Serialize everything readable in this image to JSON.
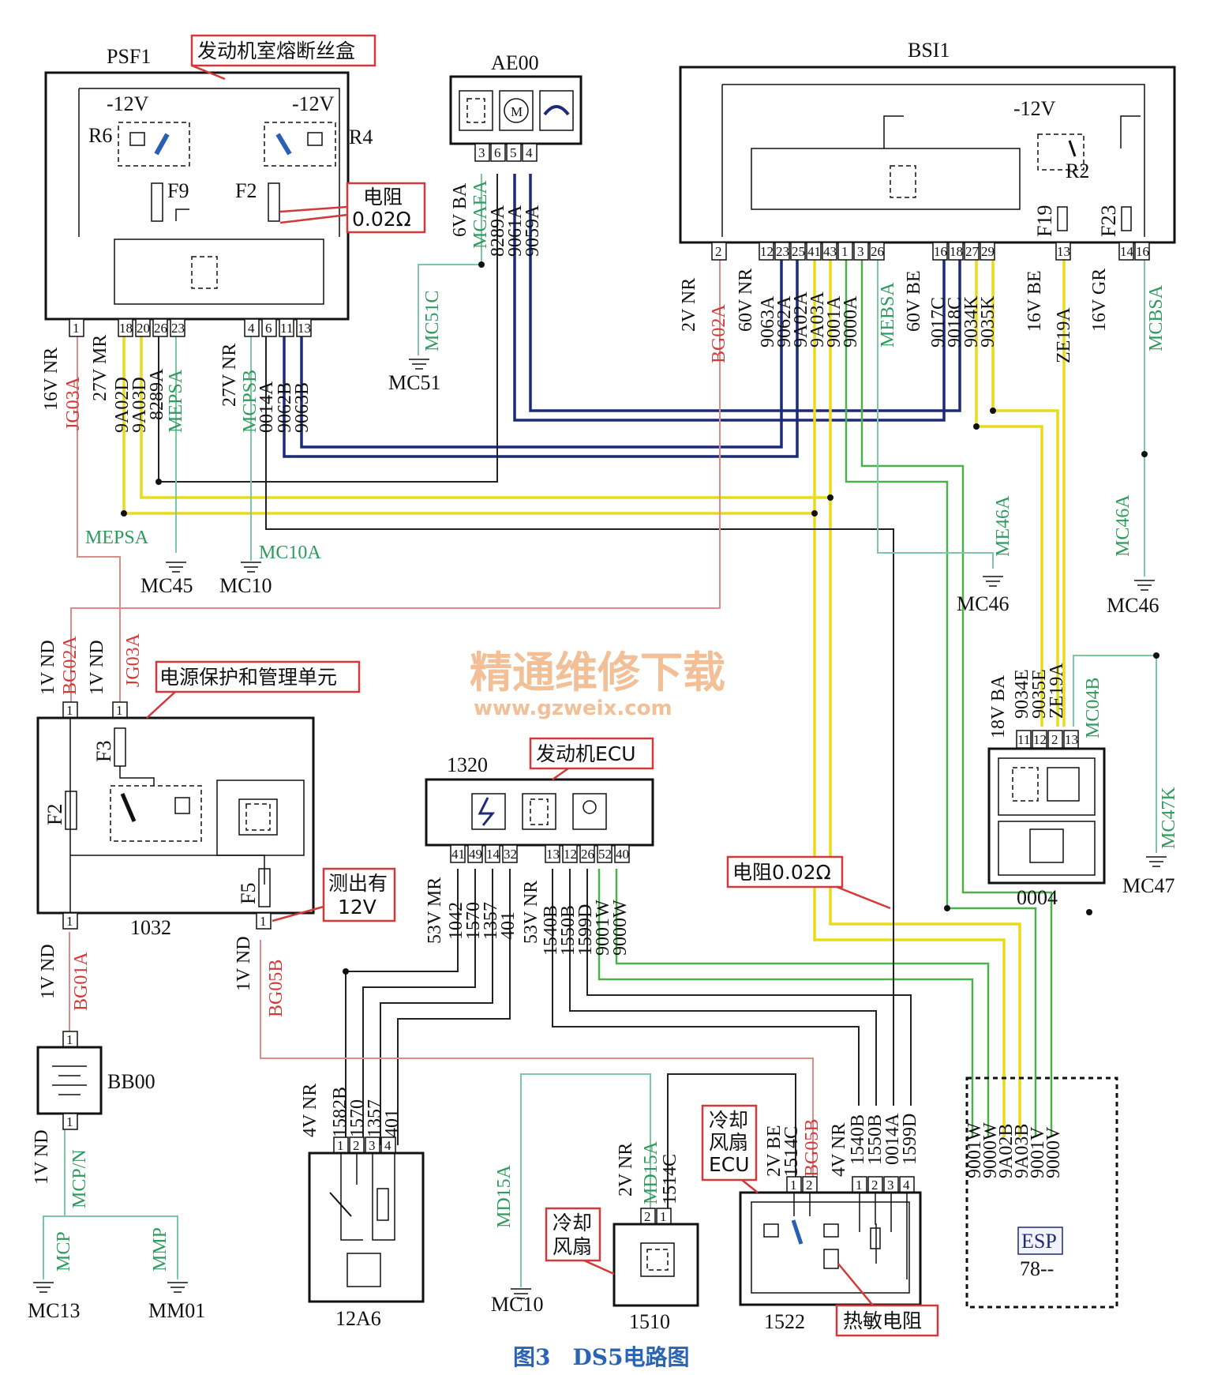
{
  "components": {
    "psf1": {
      "id": "PSF1",
      "callout": "发动机室熔断丝盒",
      "relay_left": "R6",
      "relay_right": "R4",
      "volt_left": "-12V",
      "volt_right": "-12V",
      "fuse_left": "F9",
      "fuse_right": "F2",
      "pins": [
        "1",
        "18",
        "20",
        "26",
        "23",
        "4",
        "6",
        "11",
        "13"
      ]
    },
    "ae00": {
      "id": "AE00",
      "pins": [
        "3",
        "6",
        "5",
        "4"
      ]
    },
    "bsi1": {
      "id": "BSI1",
      "volt": "-12V",
      "relay": "R2",
      "fuse_a": "F19",
      "fuse_b": "F23",
      "pins": [
        "2",
        "12",
        "23",
        "25",
        "41",
        "43",
        "1",
        "3",
        "26",
        "16",
        "18",
        "27",
        "29",
        "13",
        "14",
        "16"
      ]
    },
    "u1032": {
      "id": "1032",
      "callout": "电源保护和管理单元",
      "fuse_a": "F3",
      "fuse_b": "F2",
      "fuse_c": "F5",
      "pins": [
        "1",
        "1",
        "1",
        "1"
      ]
    },
    "e1320": {
      "id": "1320",
      "callout": "发动机ECU",
      "pins_a": [
        "41",
        "49",
        "14",
        "32"
      ],
      "pins_b": [
        "13",
        "12",
        "26",
        "52",
        "40"
      ]
    },
    "c0004": {
      "id": "0004",
      "pins": [
        "11",
        "12",
        "2",
        "13"
      ]
    },
    "bb00": {
      "id": "BB00",
      "pins": [
        "1",
        "1"
      ]
    },
    "s12a6": {
      "id": "12A6",
      "pins": [
        "1",
        "2",
        "3",
        "4"
      ]
    },
    "f1510": {
      "id": "1510",
      "callout": "冷却\n风扇",
      "pins": [
        "2",
        "1"
      ]
    },
    "e1522": {
      "id": "1522",
      "callout": "冷却\n风扇\nECU",
      "callout2": "热敏电阻",
      "pins_a": [
        "1",
        "2"
      ],
      "pins_b": [
        "1",
        "2",
        "3",
        "4"
      ]
    },
    "esp": {
      "id": "78--",
      "label": "ESP"
    }
  },
  "callouts": {
    "psf1_resistor": "电阻\n0.02Ω",
    "resistor_mid": "电阻0.02Ω",
    "measured": "测出有\n12V"
  },
  "grounds": [
    "MC51",
    "MC45",
    "MC10",
    "MC46",
    "MC46",
    "MC47",
    "MC13",
    "MM01",
    "MC10"
  ],
  "wires": {
    "psf1_bottom": [
      "16V NR",
      "JG03A",
      "27V MR",
      "9A02D",
      "9A03D",
      "8289A",
      "MEPSA",
      "27V NR",
      "MCPSB",
      "0014A",
      "9062B",
      "9063B"
    ],
    "ae00_bottom": [
      "6V BA",
      "MCAEA",
      "8289A",
      "9061A",
      "9059A"
    ],
    "bsi1_bottom": [
      "2V NR",
      "BG02A",
      "60V NR",
      "9063A",
      "9062A",
      "9A02A",
      "9A03A",
      "9001A",
      "9000A",
      "MEBSA",
      "60V BE",
      "9017C",
      "9018C",
      "9034K",
      "9035K",
      "16V BE",
      "ZE19A",
      "16V GR",
      "MCBSA"
    ],
    "ground_labels": [
      "MC51C",
      "MEPSA",
      "MC10A",
      "ME46A",
      "MC46A",
      "MC04B",
      "MC47K",
      "MCP",
      "MCP/N",
      "MMP",
      "MD15A"
    ],
    "c0004_top": [
      "18V BA",
      "9034E",
      "9035E",
      "ZE19A"
    ],
    "u1032": [
      "1V ND",
      "BG02A",
      "1V ND",
      "JG03A",
      "1V ND",
      "BG01A",
      "1V ND",
      "BG05B",
      "1V ND"
    ],
    "e1320_bottom": [
      "53V MR",
      "1042",
      "1570",
      "1357",
      "401",
      "53V NR",
      "1540B",
      "1550B",
      "1599D",
      "9001W",
      "9000W"
    ],
    "s12a6_top": [
      "4V NR",
      "1582B",
      "1570",
      "1357",
      "401"
    ],
    "f1510_top": [
      "2V NR",
      "MD15A",
      "1514C"
    ],
    "e1522_top": [
      "2V BE",
      "1514C",
      "BG05B",
      "4V NR",
      "1540B",
      "1550B",
      "0014A",
      "1599D"
    ],
    "esp_top": [
      "9001W",
      "9000W",
      "9A02B",
      "9A03B",
      "9001V",
      "9000V"
    ]
  },
  "watermark": {
    "title": "精通维修下载",
    "url": "www.gzweix.com"
  },
  "caption": "图3　DS5电路图",
  "colors": {
    "red": "#d23a3a",
    "green": "#2f9a5e",
    "navy": "#1d2a78",
    "yellow": "#e8dc1a",
    "watermark": "#f0b584",
    "caption": "#2c64b4"
  }
}
